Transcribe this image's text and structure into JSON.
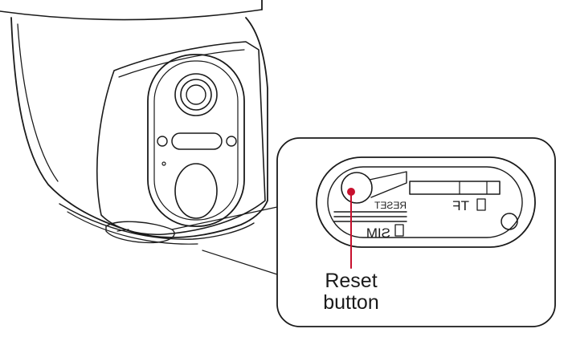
{
  "callout": {
    "label_line1": "Reset",
    "label_line2": "button"
  },
  "slot_labels": {
    "reset": "RESET",
    "tf": "TF",
    "sim": "SIM"
  },
  "colors": {
    "line": "#1a1a1a",
    "indicator": "#c8102e",
    "background": "#ffffff"
  }
}
